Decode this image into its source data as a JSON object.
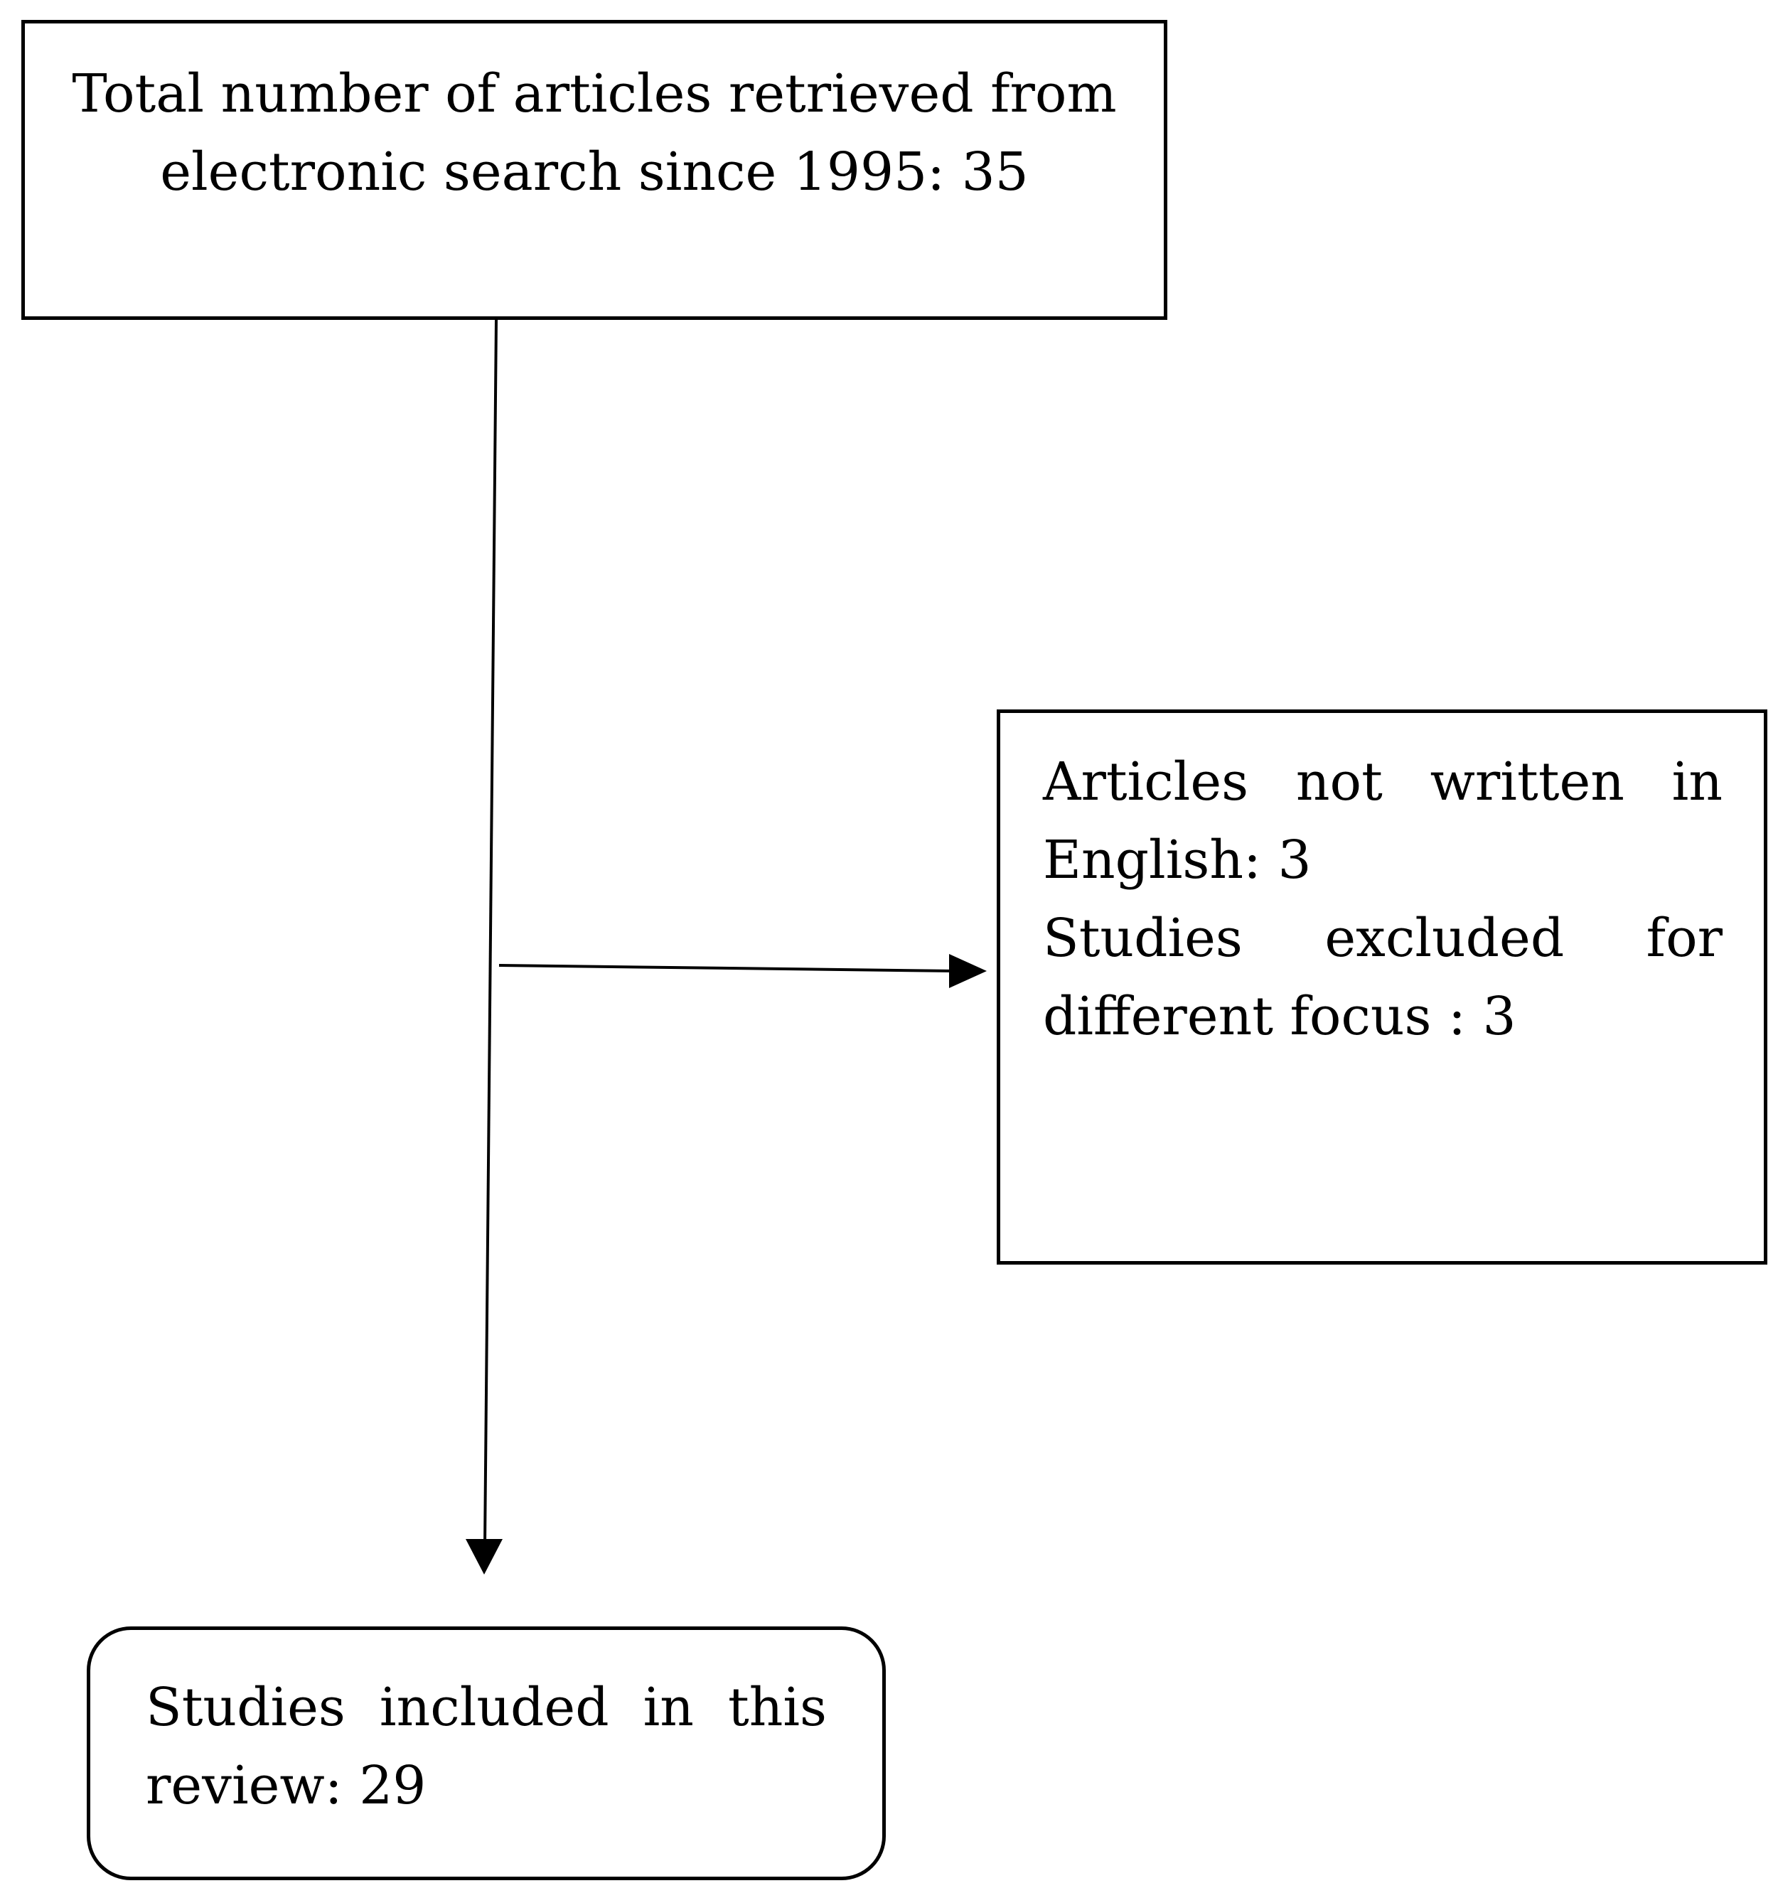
{
  "nodes": {
    "search": {
      "line1": "Total number of articles retrieved from",
      "line2": "electronic search since 1995: 35"
    },
    "excluded": {
      "line1": "Articles not written in",
      "line2": "English: 3",
      "line3": "Studies excluded for",
      "line4": "different focus : 3"
    },
    "included": {
      "line1": "Studies included in this",
      "line2": "review: 29"
    }
  },
  "edges": [
    {
      "from": "search",
      "to": "included"
    },
    {
      "from": "search",
      "to": "excluded"
    }
  ]
}
